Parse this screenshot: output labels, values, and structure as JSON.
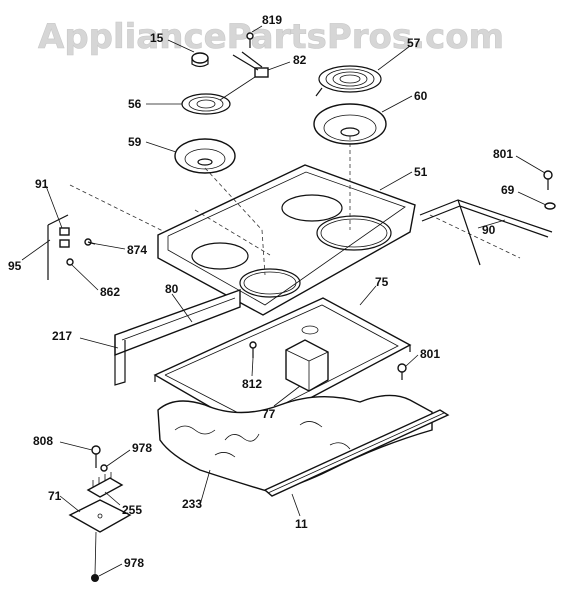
{
  "watermark": "AppliancePartsPros.com",
  "labels": {
    "p15": "15",
    "p819": "819",
    "p57": "57",
    "p82": "82",
    "p56": "56",
    "p60": "60",
    "p59": "59",
    "p51": "51",
    "p801a": "801",
    "p69": "69",
    "p91": "91",
    "p90": "90",
    "p874": "874",
    "p95": "95",
    "p862": "862",
    "p80": "80",
    "p75": "75",
    "p217": "217",
    "p801b": "801",
    "p812": "812",
    "p77": "77",
    "p808": "808",
    "p978a": "978",
    "p71": "71",
    "p255": "255",
    "p233": "233",
    "p11": "11",
    "p978b": "978"
  }
}
